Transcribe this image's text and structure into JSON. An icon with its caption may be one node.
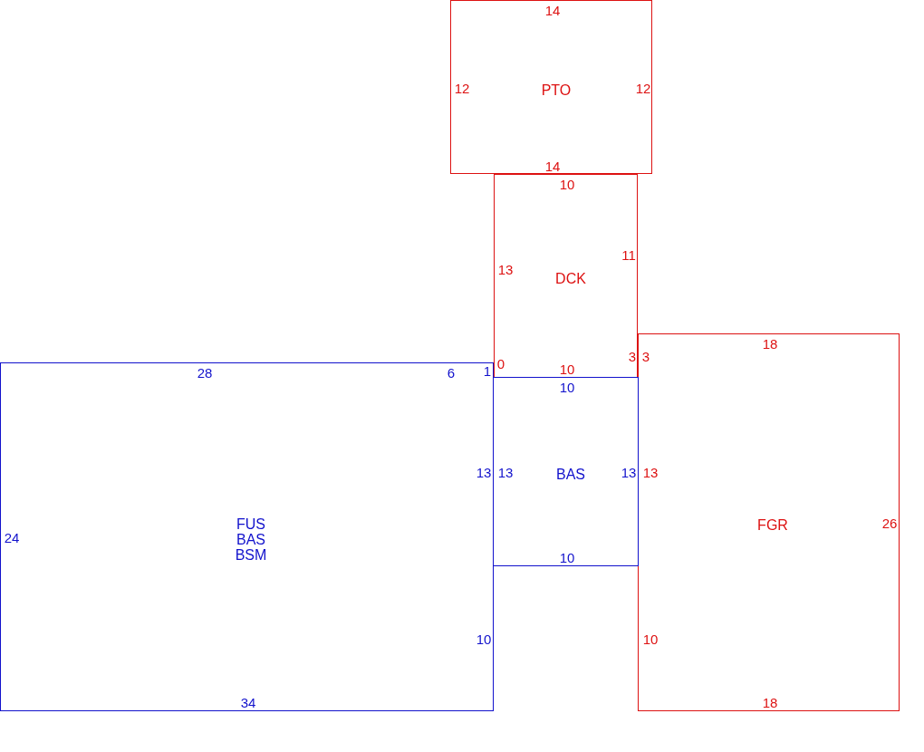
{
  "diagram": {
    "nodes": [
      {
        "text": [
          "PTO",
          "14",
          "12",
          "12",
          "14"
        ]
      },
      {
        "text": [
          "DCK",
          "10",
          "13",
          "11",
          "0",
          "10",
          "3"
        ]
      },
      {
        "text": [
          "FGR",
          "3",
          "18",
          "13",
          "26",
          "10",
          "18"
        ]
      },
      {
        "text": [
          "FUS",
          "BAS",
          "BSM",
          "28",
          "6",
          "1",
          "24",
          "13",
          "10",
          "34"
        ]
      },
      {
        "text": [
          "BAS",
          "10",
          "13",
          "13",
          "10"
        ]
      }
    ]
  }
}
